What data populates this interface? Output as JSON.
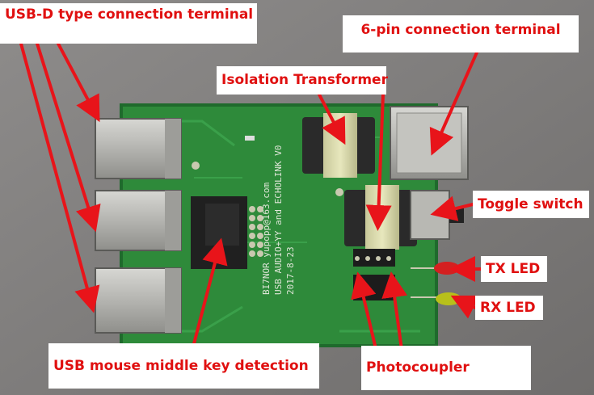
{
  "labels": {
    "usbd": "USB-D type connection terminal",
    "six_pin": "6-pin connection terminal",
    "isolation": "Isolation Transformer",
    "toggle": "Toggle switch",
    "tx": "TX LED",
    "rx": "RX LED",
    "mouse": "USB mouse middle key detection",
    "photocoupler": "Photocoupler"
  },
  "silkscreen": {
    "line1": "BI7NOR yupopp@163.com",
    "line2": "USB AUDIO+YY and ECHOLINK V0",
    "line3": "2017-8-23"
  },
  "colors": {
    "pcb": "#2e8a3a",
    "pcb_dark": "#236d2d",
    "arrow": "#e8141a",
    "label_text": "#e01010"
  }
}
